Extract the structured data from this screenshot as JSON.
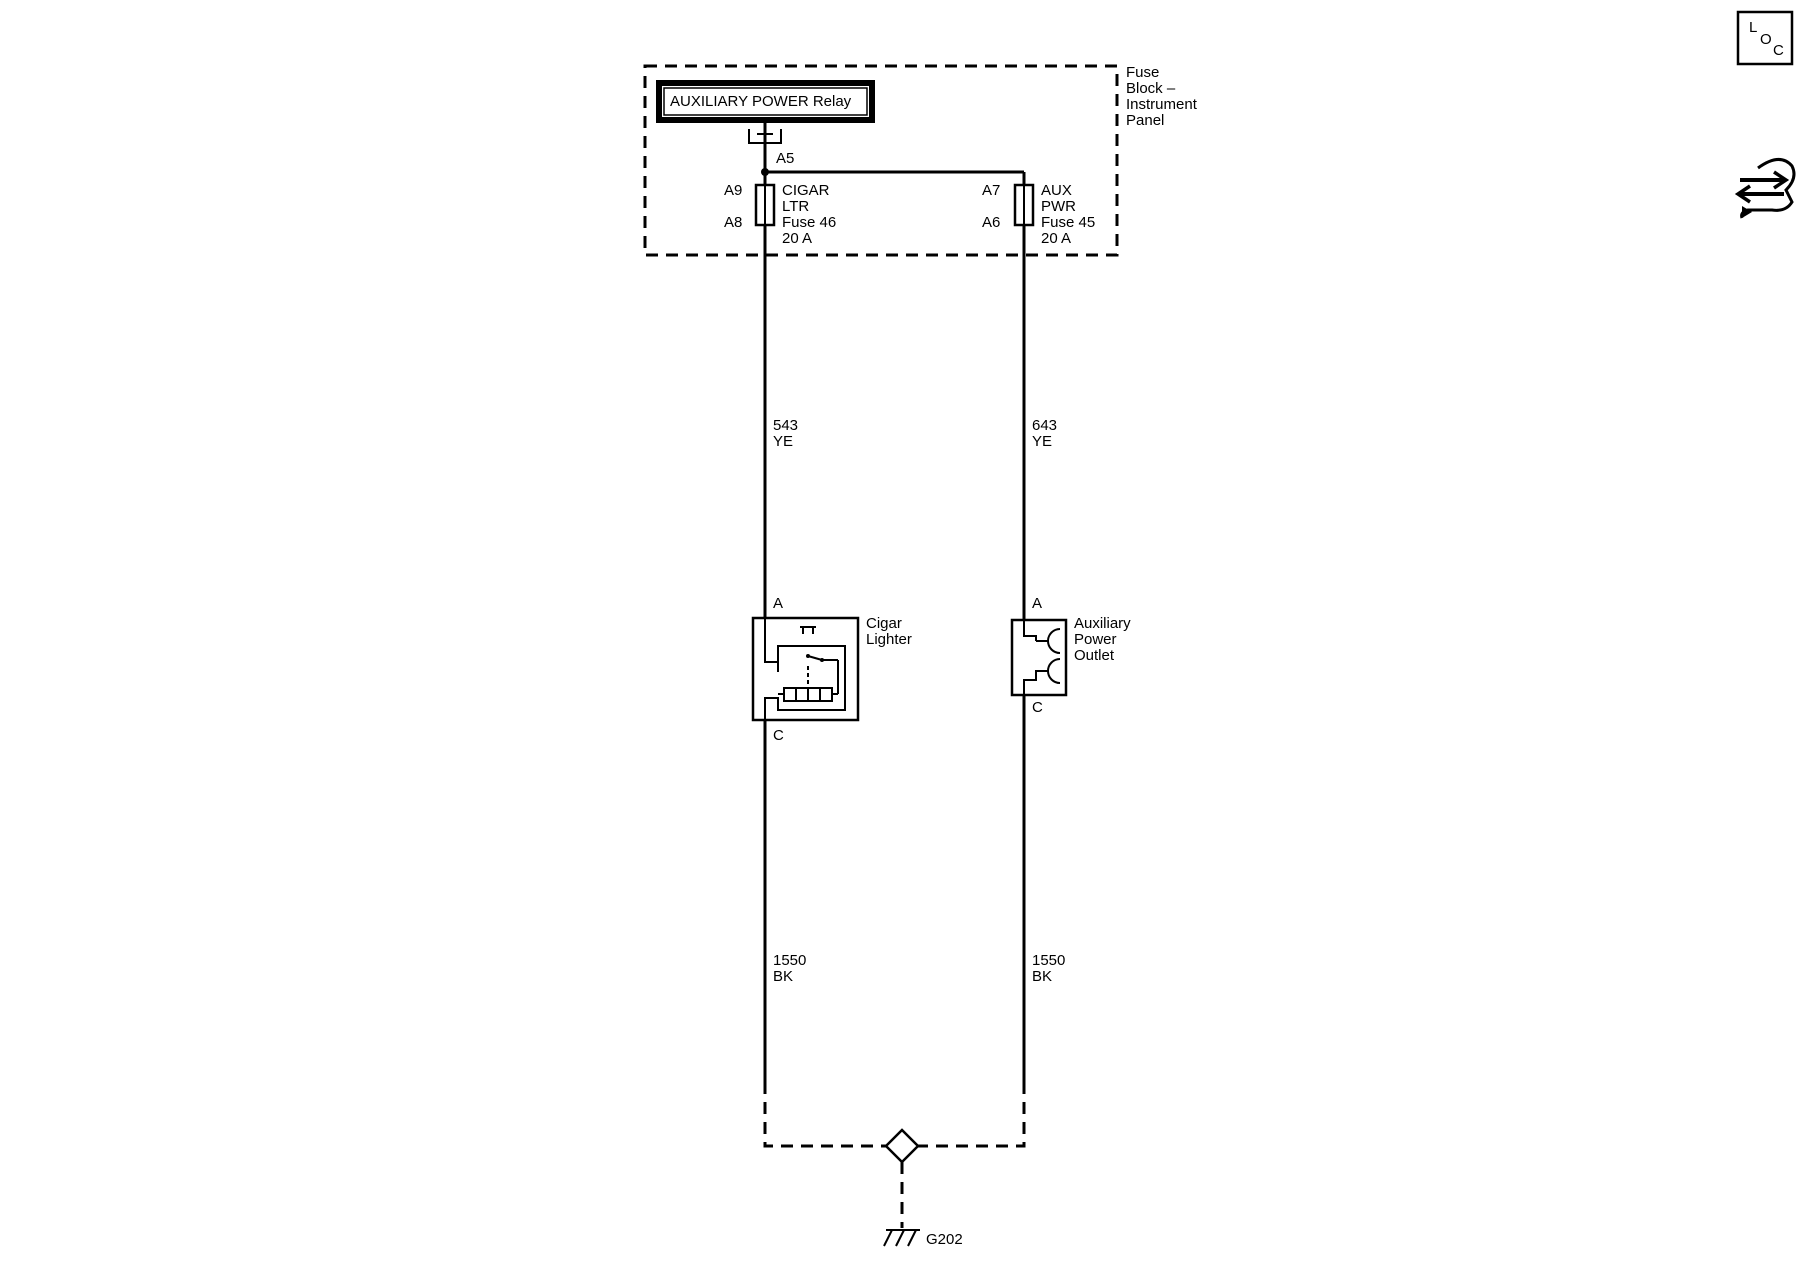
{
  "fuse_block": {
    "title_lines": [
      "Fuse",
      "Block –",
      "Instrument",
      "Panel"
    ]
  },
  "relay": {
    "label": "AUXILIARY POWER Relay"
  },
  "fuse_block_pins": {
    "a5": "A5"
  },
  "fuse46": {
    "pin_in": "A9",
    "pin_out": "A8",
    "lines": [
      "CIGAR",
      "LTR",
      "Fuse 46",
      "20 A"
    ]
  },
  "fuse45": {
    "pin_in": "A7",
    "pin_out": "A6",
    "lines": [
      "AUX",
      "PWR",
      "Fuse 45",
      "20 A"
    ]
  },
  "wires": {
    "left_upper": {
      "circuit": "543",
      "color": "YE"
    },
    "right_upper": {
      "circuit": "643",
      "color": "YE"
    },
    "left_lower": {
      "circuit": "1550",
      "color": "BK"
    },
    "right_lower": {
      "circuit": "1550",
      "color": "BK"
    }
  },
  "cigar_lighter": {
    "pin_a": "A",
    "pin_c": "C",
    "lines": [
      "Cigar",
      "Lighter"
    ]
  },
  "aux_outlet": {
    "pin_a": "A",
    "pin_c": "C",
    "lines": [
      "Auxiliary",
      "Power",
      "Outlet"
    ]
  },
  "ground": {
    "label": "G202"
  },
  "icons": {
    "loc_box": {
      "letters": [
        "L",
        "O",
        "C"
      ]
    },
    "connector_view": "connector-view-icon"
  }
}
